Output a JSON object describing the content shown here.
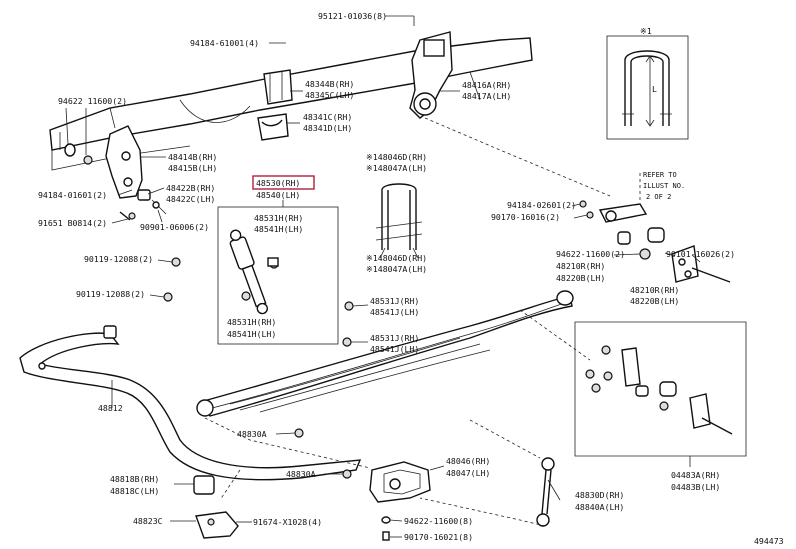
{
  "labels": {
    "p95121": "95121-01036(8)",
    "p94184a": "94184-61001(4)",
    "p94622a_1": "94622 11600(2)",
    "p48414": "48414B(RH)",
    "p48415": "48415B(LH)",
    "p94184b": "94184-01601(2)",
    "p48422b": "48422B(RH)",
    "p48422c": "48422C(LH)",
    "p91651": "91651 B0814(2)",
    "p90901": "90901-06006(2)",
    "p48344": "48344B(RH)",
    "p48345": "48345C(LH)",
    "p48341c": "48341C(RH)",
    "p48341d": "48341D(LH)",
    "p48416": "48416A(RH)",
    "p48417": "48417A(LH)",
    "p48530": "48530(RH)",
    "p48540": "48540(LH)",
    "p48531h_a": "48531H(RH)",
    "p48541h_a": "48541H(LH)",
    "p48531h_b": "48531H(RH)",
    "p48541h_b": "48541H(LH)",
    "p90119a": "90119-12088(2)",
    "p90119b": "90119-12088(2)",
    "p48046d_a": "※148046D(RH)",
    "p48047a_a": "※148047A(LH)",
    "p48046d_b": "※148046D(RH)",
    "p48047a_b": "※148047A(LH)",
    "p48531j_a": "48531J(RH)",
    "p48541j_a": "48541J(LH)",
    "p48531j_b": "48531J(RH)",
    "p48541j_b": "48541J(LH)",
    "p94184c": "94184-02601(2)",
    "p90170a": "90170-16016(2)",
    "p94622b": "94622-11600(2)",
    "p48210r_a": "48210R(RH)",
    "p48220b_a": "48220B(LH)",
    "p48210r_b": "48210R(RH)",
    "p48220b_b": "48220B(LH)",
    "p90101": "90101-16026(2)",
    "ref1": "REFER TO",
    "ref2": "ILLUST NO.",
    "ref3": "2 OF 2",
    "ux1": "※1",
    "uL": "L",
    "p48812": "48812",
    "p48830a_1": "48830A",
    "p48830a_2": "48830A",
    "p48818b": "48818B(RH)",
    "p48818c": "48818C(LH)",
    "p48823c": "48823C",
    "p91674": "91674-X1028(4)",
    "p48046": "48046(RH)",
    "p48047": "48047(LH)",
    "p48830d": "48830D(RH)",
    "p48840a": "48840A(LH)",
    "p94622c": "94622-11600(8)",
    "p90170b": "90170-16021(8)",
    "p04483a": "04483A(RH)",
    "p04483b": "04483B(LH)",
    "figno": "494473"
  },
  "colors": {
    "line": "#222222",
    "highlight": "#b0203a"
  }
}
